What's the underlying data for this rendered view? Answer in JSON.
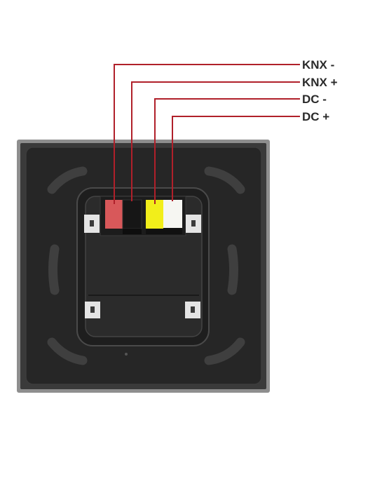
{
  "labels": {
    "knx_minus": "KNX -",
    "knx_plus": "KNX +",
    "dc_minus": "DC -",
    "dc_plus": "DC +"
  },
  "colors": {
    "leader_line": "#b0202a",
    "frame_outer": "#8c8c8c",
    "frame_inner": "#2e2e2e",
    "body_dark": "#262626",
    "terminal_red": "#d8585a",
    "terminal_black": "#1a1a1a",
    "terminal_yellow": "#f2ee1a",
    "terminal_white": "#f6f6f2"
  }
}
